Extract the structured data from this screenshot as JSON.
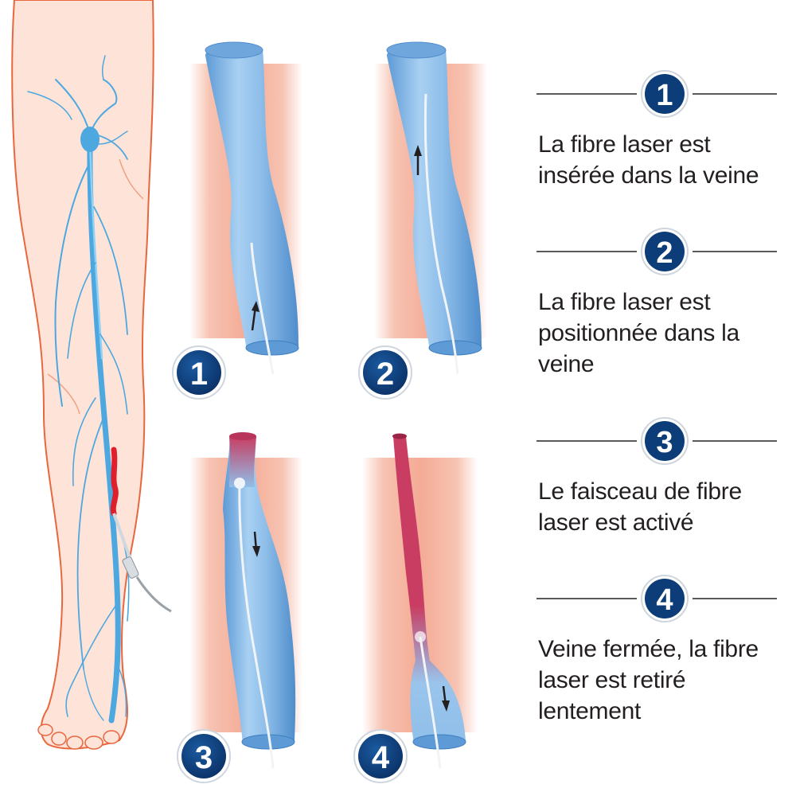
{
  "steps": [
    {
      "number": "1",
      "text": "La fibre laser est insérée dans la veine"
    },
    {
      "number": "2",
      "text": "La fibre laser est positionnée dans la veine"
    },
    {
      "number": "3",
      "text": "Le faisceau de fibre laser est activé"
    },
    {
      "number": "4",
      "text": "Veine fermée, la fibre laser est retiré lentement"
    }
  ],
  "colors": {
    "badge_navy": "#0d3d78",
    "vein_blue": "#8fbfe9",
    "vein_closed": "#c93d62",
    "tissue_pink": "#f6bba6",
    "leg_outline": "#e8673f",
    "leg_fill": "#fde3d8",
    "laser_red": "#e01f2d"
  }
}
